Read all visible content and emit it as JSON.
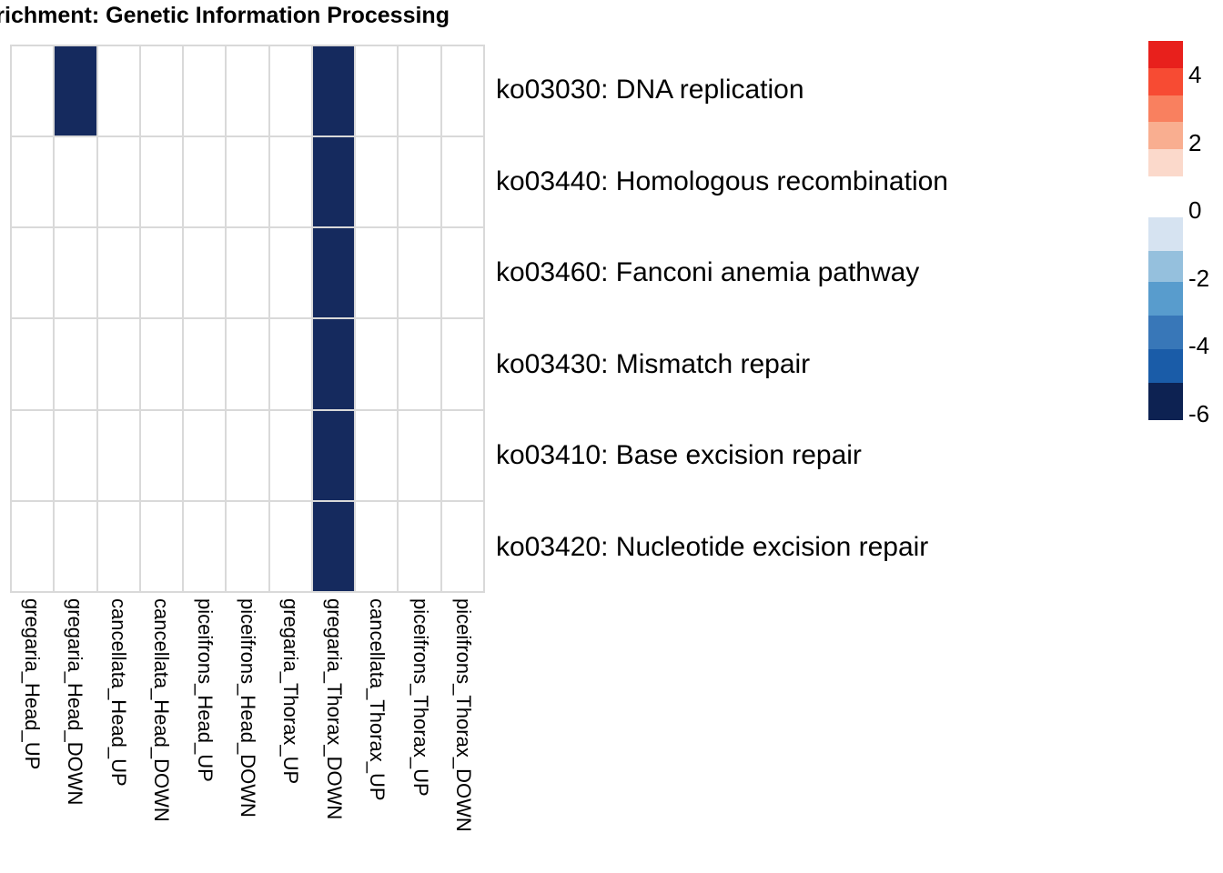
{
  "chart_data": {
    "type": "heatmap",
    "title": "nrichment: Genetic Information Processing",
    "xlabel": "",
    "ylabel": "",
    "grid": true,
    "legend_position": "right",
    "categories": [
      "gregaria_Head_UP",
      "gregaria_Head_DOWN",
      "cancellata_Head_UP",
      "cancellata_Head_DOWN",
      "piceifrons_Head_UP",
      "piceifrons_Head_DOWN",
      "gregaria_Thorax_UP",
      "gregaria_Thorax_DOWN",
      "cancellata_Thorax_UP",
      "piceifrons_Thorax_UP",
      "piceifrons_Thorax_DOWN"
    ],
    "rows": [
      "ko03030: DNA replication",
      "ko03440: Homologous recombination",
      "ko03460: Fanconi anemia pathway",
      "ko03430: Mismatch repair",
      "ko03410: Base excision repair",
      "ko03420: Nucleotide excision repair"
    ],
    "values": [
      [
        null,
        -6,
        null,
        null,
        null,
        null,
        null,
        -6,
        null,
        null,
        null
      ],
      [
        null,
        null,
        null,
        null,
        null,
        null,
        null,
        -6,
        null,
        null,
        null
      ],
      [
        null,
        null,
        null,
        null,
        null,
        null,
        null,
        -6,
        null,
        null,
        null
      ],
      [
        null,
        null,
        null,
        null,
        null,
        null,
        null,
        -6,
        null,
        null,
        null
      ],
      [
        null,
        null,
        null,
        null,
        null,
        null,
        null,
        -6,
        null,
        null,
        null
      ],
      [
        null,
        null,
        null,
        null,
        null,
        null,
        null,
        -6,
        null,
        null,
        null
      ]
    ],
    "zlim": [
      -6,
      5
    ],
    "colorbar": {
      "ticks": [
        "4",
        "2",
        "0",
        "-2",
        "-4",
        "-6"
      ],
      "tick_values": [
        4,
        2,
        0,
        -2,
        -4,
        -6
      ],
      "swatches": [
        {
          "color": "#E8201C",
          "from": 5,
          "to": 4.2
        },
        {
          "color": "#F74B33",
          "from": 4.2,
          "to": 3.4
        },
        {
          "color": "#F9805F",
          "from": 3.4,
          "to": 2.6
        },
        {
          "color": "#F9AE90",
          "from": 2.6,
          "to": 1.8
        },
        {
          "color": "#FBD9CB",
          "from": 1.8,
          "to": 1.0
        },
        {
          "color": "#FFFFFF",
          "from": 1.0,
          "to": -0.2
        },
        {
          "color": "#D6E3F1",
          "from": -0.2,
          "to": -1.2
        },
        {
          "color": "#95C0DD",
          "from": -1.2,
          "to": -2.1
        },
        {
          "color": "#589CCD",
          "from": -2.1,
          "to": -3.1
        },
        {
          "color": "#3877B8",
          "from": -3.1,
          "to": -4.1
        },
        {
          "color": "#1A5CA8",
          "from": -4.1,
          "to": -5.1
        },
        {
          "color": "#0D2252",
          "from": -5.1,
          "to": -6.2
        }
      ]
    }
  },
  "colors": {
    "cell_filled": "#152A5E",
    "cell_empty": "#FFFFFF",
    "gridline": "#D9D9D9",
    "text": "#000000"
  }
}
